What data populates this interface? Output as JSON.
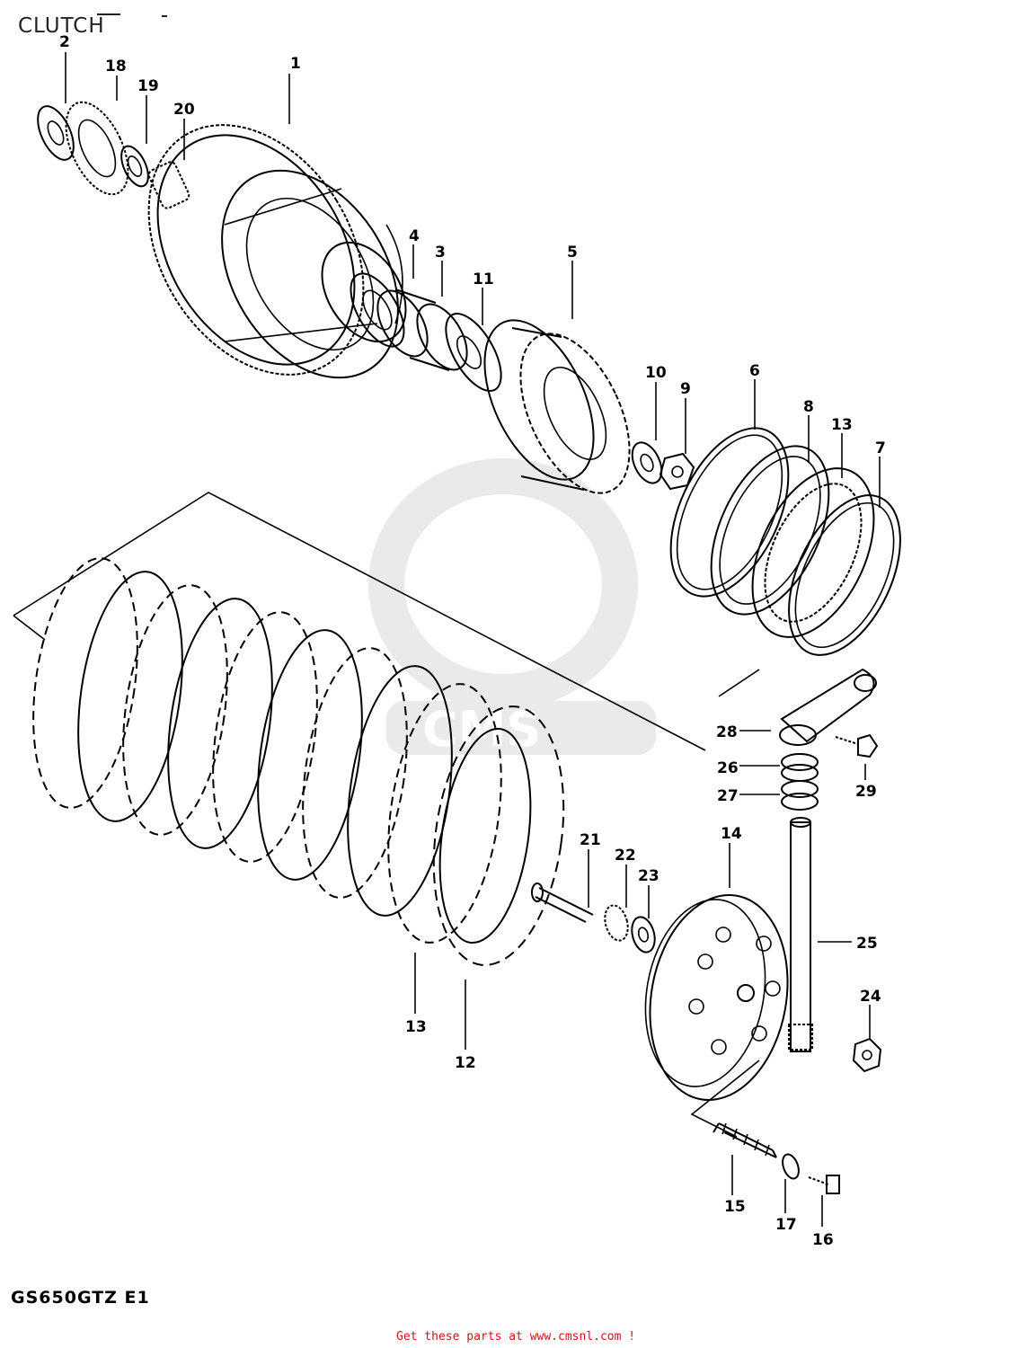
{
  "title": "CLUTCH",
  "model_code": "GS650GTZ E1",
  "footer_link": "Get these parts at www.cmsnl.com !",
  "watermark_text": "CMS",
  "callouts": [
    "1",
    "2",
    "3",
    "4",
    "5",
    "6",
    "7",
    "8",
    "9",
    "10",
    "11",
    "12",
    "13",
    "13",
    "14",
    "15",
    "16",
    "17",
    "18",
    "19",
    "20",
    "21",
    "22",
    "23",
    "24",
    "25",
    "26",
    "27",
    "28",
    "29"
  ]
}
